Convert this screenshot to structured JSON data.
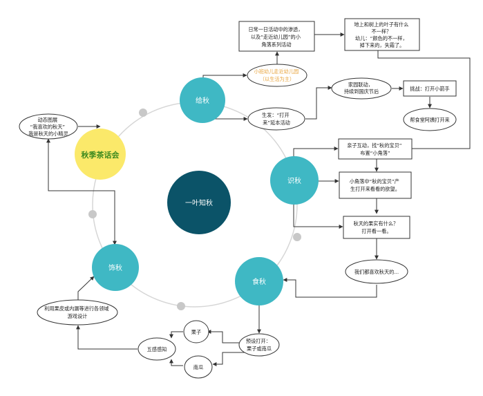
{
  "colors": {
    "teal": "#3fb8c4",
    "dark_teal": "#0b5368",
    "yellow": "#fbe96a",
    "orange_text": "#e8a33a",
    "green_text": "#3d8a1f",
    "ring": "#d6d6d6",
    "dot": "#c8c8c8"
  },
  "center": {
    "label": "一叶知秋"
  },
  "main": {
    "gei": "给秋",
    "shi_know": "识秋",
    "shi_eat": "食秋",
    "shi_decorate": "饰秋",
    "tea": "秋季茶话会"
  },
  "nodes": {
    "n_daily": [
      "日常一日活动中的渗透，",
      "以及“走近幼儿园”的小",
      "角落系列活动"
    ],
    "n_leaves": [
      "地上和树上的叶子有什么",
      "不一样？",
      "幼儿：“颜色的不一样，",
      "掉下来的，失霜了。"
    ],
    "n_nature": [
      "小班幼儿走近幼儿园",
      "（以生活为主）"
    ],
    "n_family": [
      "家园联动，",
      "持续到国庆节后"
    ],
    "n_challenge": "挑战：打开小箭手",
    "n_origin": [
      "生发：“打开",
      "来”延本活动"
    ],
    "n_help": "帮食堂阿姨打开来",
    "n_parent": [
      "亲子互动，找“秋的宝贝”",
      "布置“小角落”"
    ],
    "n_corner": [
      "小角落中“秋的宝贝”产",
      "生打开来看看的欲望。"
    ],
    "n_fruits": [
      "秋天的果实有什么？",
      "打开看一看。"
    ],
    "n_like": "我们都喜欢秋天的...",
    "n_show": [
      "动态图展",
      "“我喜欢的秋天”",
      "我是秋天的小精灵"
    ],
    "n_use": [
      "利用果皮或内漏等进行各领域",
      "游戏设计"
    ],
    "n_chestnut": "栗子",
    "n_preset": [
      "预设打开：",
      "栗子或南瓜"
    ],
    "n_five": "五感感知",
    "n_pumpkin": "南瓜"
  }
}
